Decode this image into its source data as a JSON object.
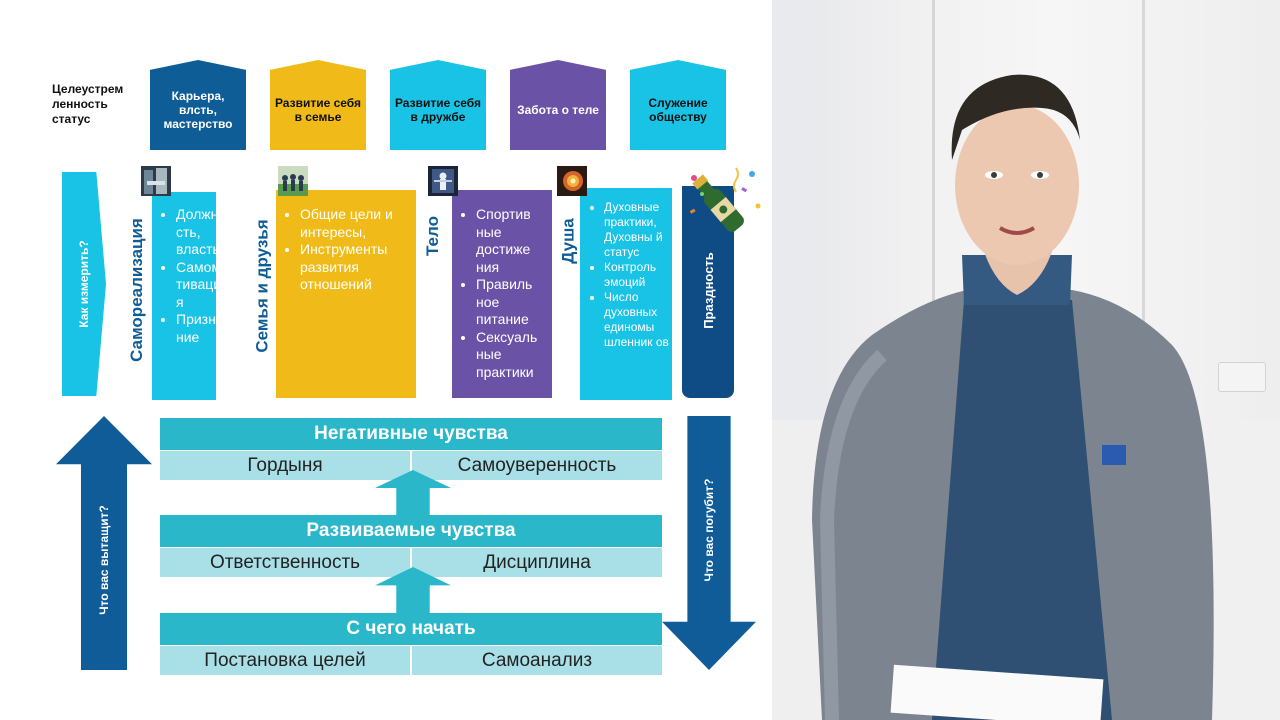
{
  "goal_label": "Целеустрем ленность статус",
  "houses": [
    {
      "label": "Карьера, влсть, мастерство",
      "color": "#0e5d97",
      "text_color": "#ffffff"
    },
    {
      "label": "Развитие себя в семье",
      "color": "#f0bb18",
      "text_color": "#111111"
    },
    {
      "label": "Развитие себя в дружбе",
      "color": "#19c3e6",
      "text_color": "#111111"
    },
    {
      "label": "Забота о теле",
      "color": "#6a52a7",
      "text_color": "#ffffff"
    },
    {
      "label": "Служение обществу",
      "color": "#19c3e6",
      "text_color": "#111111"
    }
  ],
  "measure_arrow_label": "Как измерить?",
  "columns": [
    {
      "title": "Самореализация",
      "items": [
        "Должно сть, власть",
        "Самомо тиваци я",
        "Призна ние"
      ]
    },
    {
      "title": "Семья и друзья",
      "items": [
        "Общие цели и интересы,",
        "Инструменты развития отношений"
      ]
    },
    {
      "title": "Тело",
      "items": [
        "Спортив ные достиже ния",
        "Правиль ное питание",
        "Сексуаль ные практики"
      ]
    },
    {
      "title": "Душа",
      "items": [
        "Духовные практики, Духовны й статус",
        "Контроль эмоций",
        "Число духовных единомы шленник ов"
      ]
    },
    {
      "title": "Праздность",
      "items": []
    }
  ],
  "thumb_icons": [
    "career-photo-icon",
    "team-photo-icon",
    "fitness-photo-icon",
    "spirit-photo-icon"
  ],
  "celebration_icon": "champagne-icon",
  "pull_up_label": "Что вас вытащит?",
  "ruin_label": "Что вас погубит?",
  "levels": [
    {
      "title": "Негативные чувства",
      "left": "Гордыня",
      "right": "Самоуверенность"
    },
    {
      "title": "Развиваемые чувства",
      "left": "Ответственность",
      "right": "Дисциплина"
    },
    {
      "title": "С чего начать",
      "left": "Постановка целей",
      "right": "Самоанализ"
    }
  ],
  "colors": {
    "teal": "#29b7c9",
    "light_teal": "#a9e0e8",
    "navy": "#0e5d97",
    "dark_navy": "#0f4c86"
  }
}
